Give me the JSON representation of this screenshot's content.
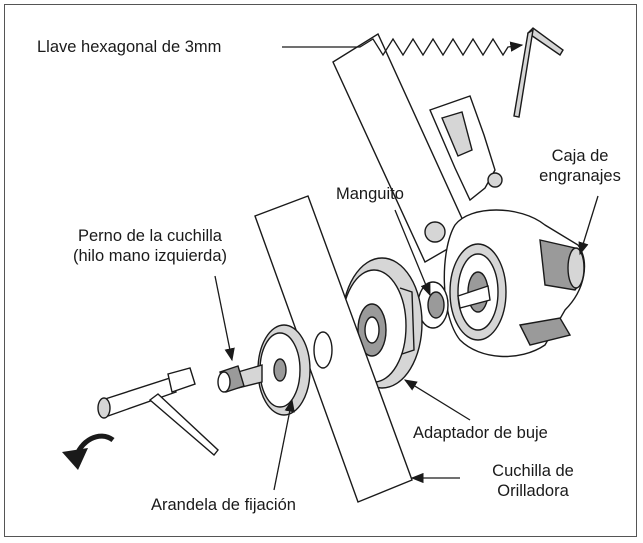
{
  "labels": {
    "hex_key": "Llave hexagonal de 3mm",
    "gearbox_line1": "Caja de",
    "gearbox_line2": "engranajes",
    "sleeve": "Manguito",
    "blade_bolt_line1": "Perno de la cuchilla",
    "blade_bolt_line2": "(hilo mano izquierda)",
    "hub_adapter": "Adaptador de buje",
    "blade_line1": "Cuchilla de",
    "blade_line2": "Orilladora",
    "lock_washer": "Arandela de fijación"
  },
  "colors": {
    "line": "#1a1a1a",
    "frame": "#555555",
    "shade": "#9a9a9a",
    "light_shade": "#d6d6d6"
  },
  "icons": {
    "rotate_arrow": "curved-arrow-counterclockwise-icon"
  }
}
